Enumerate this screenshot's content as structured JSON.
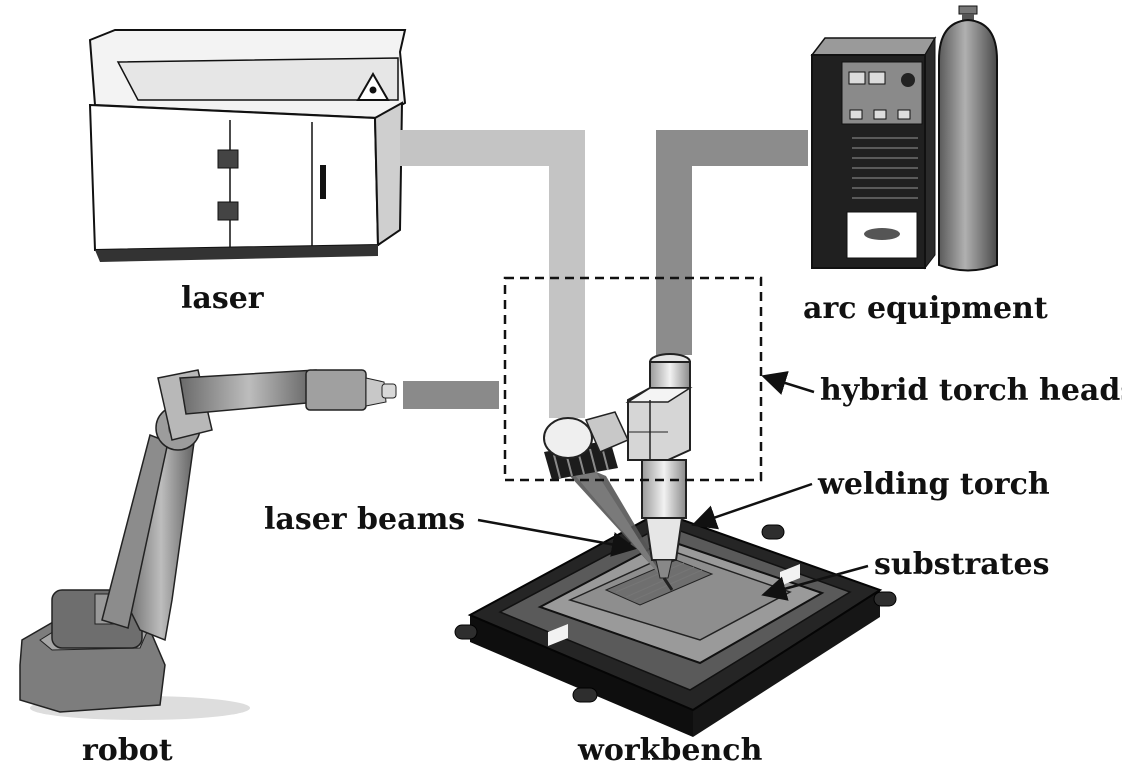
{
  "labels": {
    "laser": "laser",
    "arc_equipment": "arc equipment",
    "hybrid_torch_heads": "hybrid torch heads",
    "welding_torch": "welding torch",
    "laser_beams": "laser beams",
    "substrates": "substrates",
    "robot": "robot",
    "workbench": "workbench"
  },
  "colors": {
    "laser_conduit": "#c4c4c4",
    "arc_conduit": "#8c8c8c",
    "robot_link": "#8a8a8a",
    "bench": "#1e1e1e",
    "substrate": "#9a9a9a"
  }
}
